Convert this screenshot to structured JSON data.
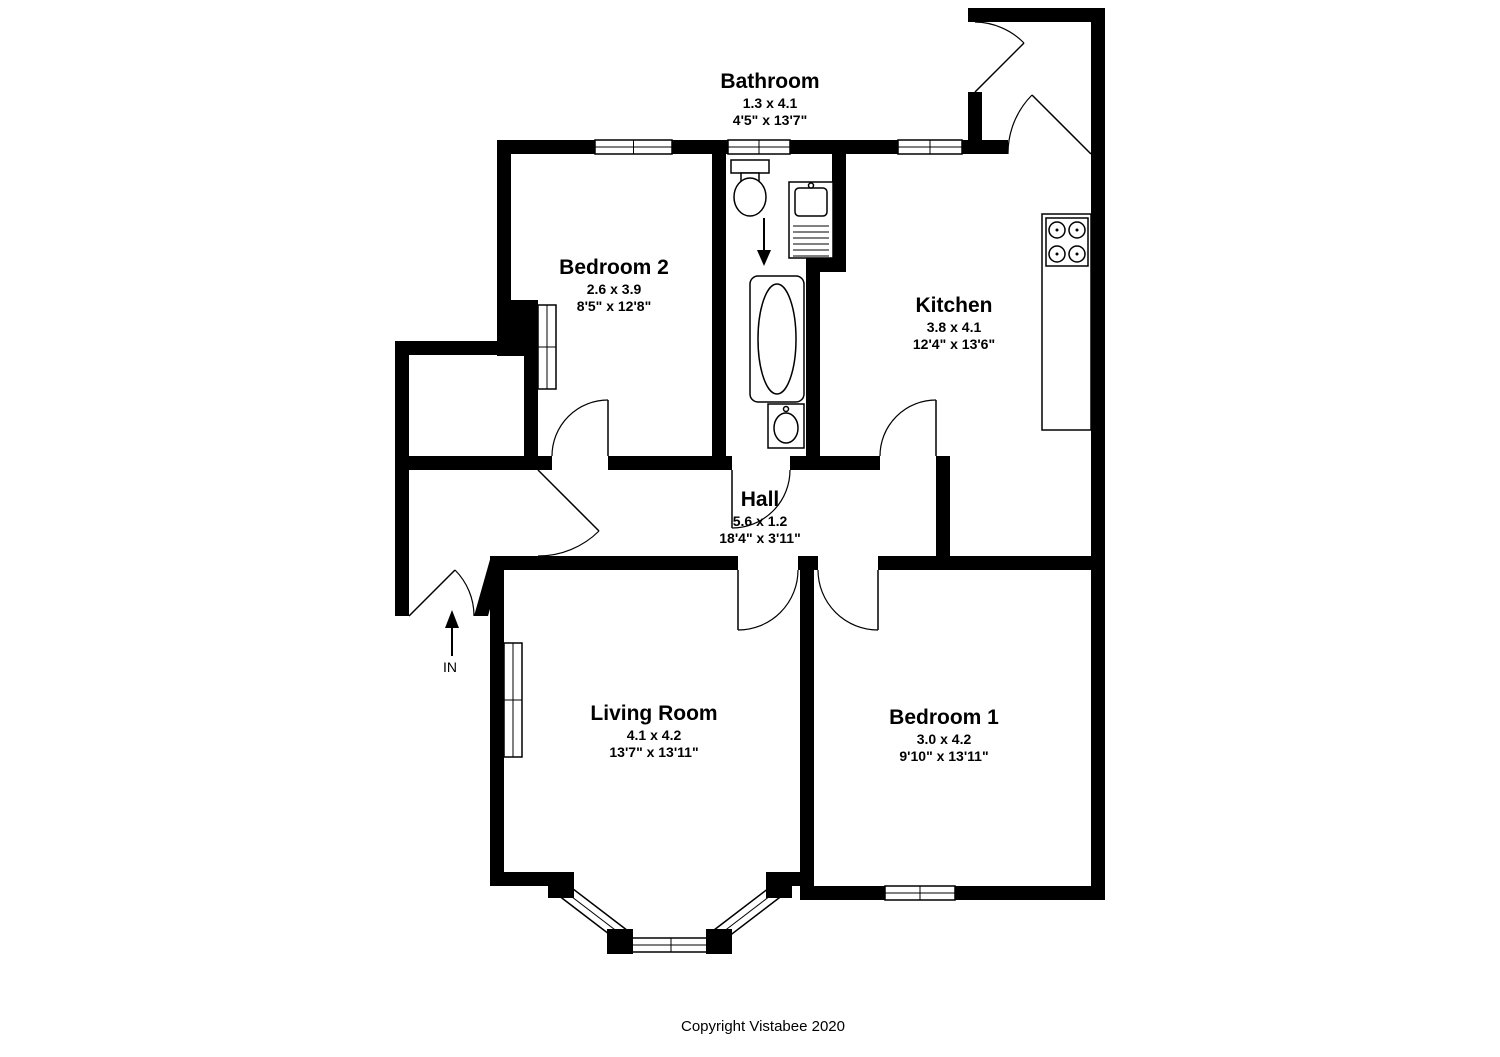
{
  "plan": {
    "background": "#ffffff",
    "wall_color": "#000000",
    "text_color": "#000000",
    "copyright": "Copyright Vistabee 2020",
    "entrance_label": "IN",
    "rooms": {
      "bathroom": {
        "name": "Bathroom",
        "metric": "1.3 x 4.1",
        "imperial": "4'5\" x 13'7\""
      },
      "bedroom2": {
        "name": "Bedroom 2",
        "metric": "2.6 x 3.9",
        "imperial": "8'5\" x 12'8\""
      },
      "kitchen": {
        "name": "Kitchen",
        "metric": "3.8 x 4.1",
        "imperial": "12'4\" x 13'6\""
      },
      "hall": {
        "name": "Hall",
        "metric": "5.6 x 1.2",
        "imperial": "18'4\" x 3'11\""
      },
      "living_room": {
        "name": "Living Room",
        "metric": "4.1 x 4.2",
        "imperial": "13'7\" x 13'11\""
      },
      "bedroom1": {
        "name": "Bedroom 1",
        "metric": "3.0 x 4.2",
        "imperial": "9'10\" x 13'11\""
      }
    },
    "fixtures": [
      "toilet",
      "bath",
      "wash-basin",
      "kitchen-sink-drainer",
      "hob",
      "worktop"
    ]
  }
}
